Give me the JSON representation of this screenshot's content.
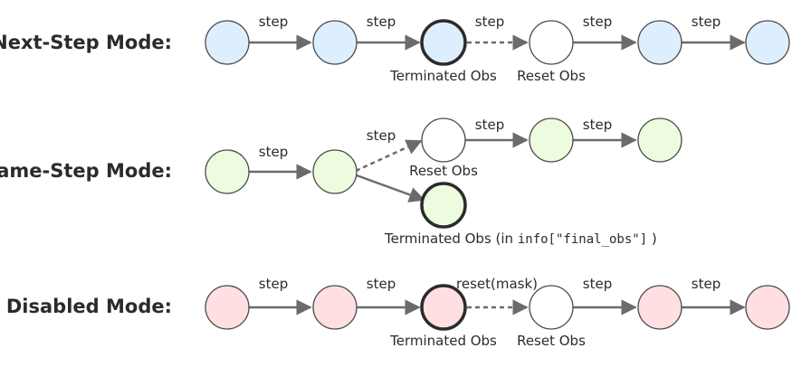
{
  "rows": [
    {
      "label": "Next-Step Mode:",
      "edges": [
        "step",
        "step",
        "step",
        "step",
        "step"
      ],
      "node_labels": [
        "Terminated Obs",
        "Reset Obs"
      ]
    },
    {
      "label": "Same-Step Mode:",
      "edges": [
        "step",
        "step",
        "step",
        "step"
      ],
      "node_labels": [
        "Reset Obs"
      ],
      "terminated_label": {
        "prefix": "Terminated Obs (in ",
        "code": "info[\"final_obs\"]",
        "suffix": " )"
      }
    },
    {
      "label": "Disabled Mode:",
      "edges": [
        "step",
        "step",
        "reset(mask)",
        "step",
        "step"
      ],
      "node_labels": [
        "Terminated Obs",
        "Reset Obs"
      ]
    }
  ],
  "colors": {
    "next_step_fill": "#ddeeff",
    "same_step_fill": "#edfbdf",
    "disabled_fill": "#ffdfe2",
    "reset_fill": "#ffffff",
    "edge": "#6b6b6b",
    "node_stroke": "#4a4a4a",
    "terminated_stroke": "#2b2b2b"
  }
}
